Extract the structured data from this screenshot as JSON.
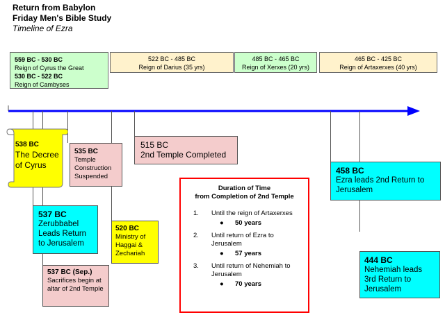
{
  "header": {
    "title_line1": "Return from Babylon",
    "title_line2": "Friday Men's Bible Study",
    "subtitle": "Timeline of Ezra"
  },
  "periods": [
    {
      "range": "559 BC - 530 BC",
      "label": "Reign of Cyrus the Great",
      "range2": "530 BC - 522 BC",
      "label2": "Reign of Cambyses"
    },
    {
      "range": "522 BC - 485 BC",
      "label": "Reign of Darius (35 yrs)"
    },
    {
      "range": "485 BC - 465 BC",
      "label": "Reign of Xerxes (20 yrs)"
    },
    {
      "range": "465 BC - 425 BC",
      "label": "Reign of Artaxerxes (40 yrs)"
    }
  ],
  "events": {
    "decree": {
      "year": "538 BC",
      "text": "The Decree of Cyrus"
    },
    "suspended": {
      "year": "535 BC",
      "text": "Temple Construction Suspended"
    },
    "temple_completed": {
      "year": "515 BC",
      "text": "2nd Temple Completed"
    },
    "zerubbabel": {
      "year": "537 BC",
      "text": "Zerubbabel Leads Return to Jerusalem"
    },
    "sacrifices": {
      "year": "537 BC (Sep.)",
      "text": "Sacrifices begin at altar of 2nd Temple"
    },
    "haggai": {
      "year": "520 BC",
      "text": "Ministry of Haggai & Zechariah"
    },
    "ezra": {
      "year": "458 BC",
      "text": "Ezra leads 2nd Return to Jerusalem"
    },
    "nehemiah": {
      "year": "444 BC",
      "text": "Nehemiah leads 3rd Return to Jerusalem"
    }
  },
  "duration": {
    "title_line1": "Duration of Time",
    "title_line2": "from Completion of 2nd Temple",
    "items": [
      {
        "num": "1.",
        "label": "Until the reign of Artaxerxes",
        "value": "50 years"
      },
      {
        "num": "2.",
        "label": "Until return of Ezra to Jerusalem",
        "value": "57 years"
      },
      {
        "num": "3.",
        "label": "Until return of Nehemiah to Jerusalem",
        "value": "70 years"
      }
    ]
  },
  "colors": {
    "arrow": "#0000ff",
    "duration_border": "#ff0000",
    "green": "#ccffcc",
    "cream": "#fff2cc",
    "pink": "#f4cccc",
    "cyan": "#00ffff",
    "yellow": "#ffff00"
  }
}
